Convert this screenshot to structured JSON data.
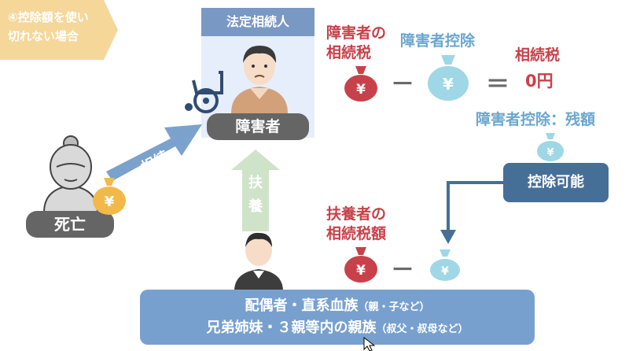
{
  "banner": {
    "line1": "④控除額を使い",
    "line2": "切れない場合"
  },
  "heir": {
    "header": "法定相続人",
    "label": "障害者"
  },
  "deceased": {
    "label": "死亡"
  },
  "inherit_label": "相続",
  "support_label": [
    "扶",
    "養"
  ],
  "disabled_tax": {
    "label_line1": "障害者の",
    "label_line2": "相続税",
    "deduction_label": "障害者控除",
    "result_label": "相続税",
    "result_value": "0円",
    "minus": "－",
    "equals": "＝"
  },
  "remaining": {
    "label": "障害者控除：残額",
    "button": "控除可能"
  },
  "supporter_tax": {
    "label_line1": "扶養者の",
    "label_line2": "相続税額",
    "minus": "－"
  },
  "supporter_box": {
    "line1_main": "配偶者・直系血族",
    "line1_note": "（親・子など）",
    "line2_main": "兄弟姉妹・３親等内の親族",
    "line2_note": "（叔父・叔母など）"
  },
  "yen_symbol": "¥",
  "colors": {
    "red": "#c8414a",
    "light_blue": "#9fd7e6",
    "gold": "#f2b94a",
    "dark_blue": "#466f98",
    "box_blue": "#78a0cf"
  }
}
